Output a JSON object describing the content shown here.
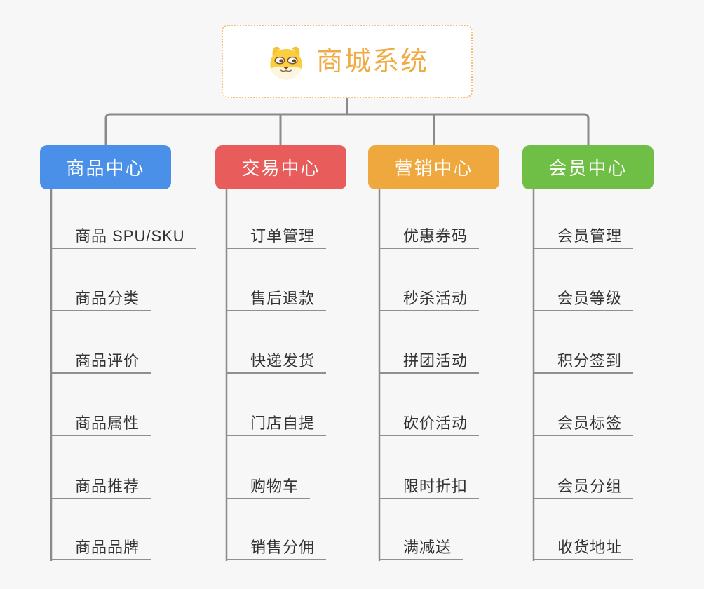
{
  "page": {
    "background_color": "#f7f7f7",
    "connector_color": "#8a8a8a"
  },
  "root": {
    "title": "商城系统",
    "icon": "shiba-dog-icon",
    "title_color": "#f0ab45",
    "border_color": "#f2c179"
  },
  "branches": [
    {
      "label": "商品中心",
      "color": "#4a8fe8",
      "items": [
        "商品 SPU/SKU",
        "商品分类",
        "商品评价",
        "商品属性",
        "商品推荐",
        "商品品牌"
      ]
    },
    {
      "label": "交易中心",
      "color": "#e85c5c",
      "items": [
        "订单管理",
        "售后退款",
        "快递发货",
        "门店自提",
        "购物车",
        "销售分佣"
      ]
    },
    {
      "label": "营销中心",
      "color": "#efa83d",
      "items": [
        "优惠券码",
        "秒杀活动",
        "拼团活动",
        "砍价活动",
        "限时折扣",
        "满减送"
      ]
    },
    {
      "label": "会员中心",
      "color": "#6fbe45",
      "items": [
        "会员管理",
        "会员等级",
        "积分签到",
        "会员标签",
        "会员分组",
        "收货地址"
      ]
    }
  ]
}
